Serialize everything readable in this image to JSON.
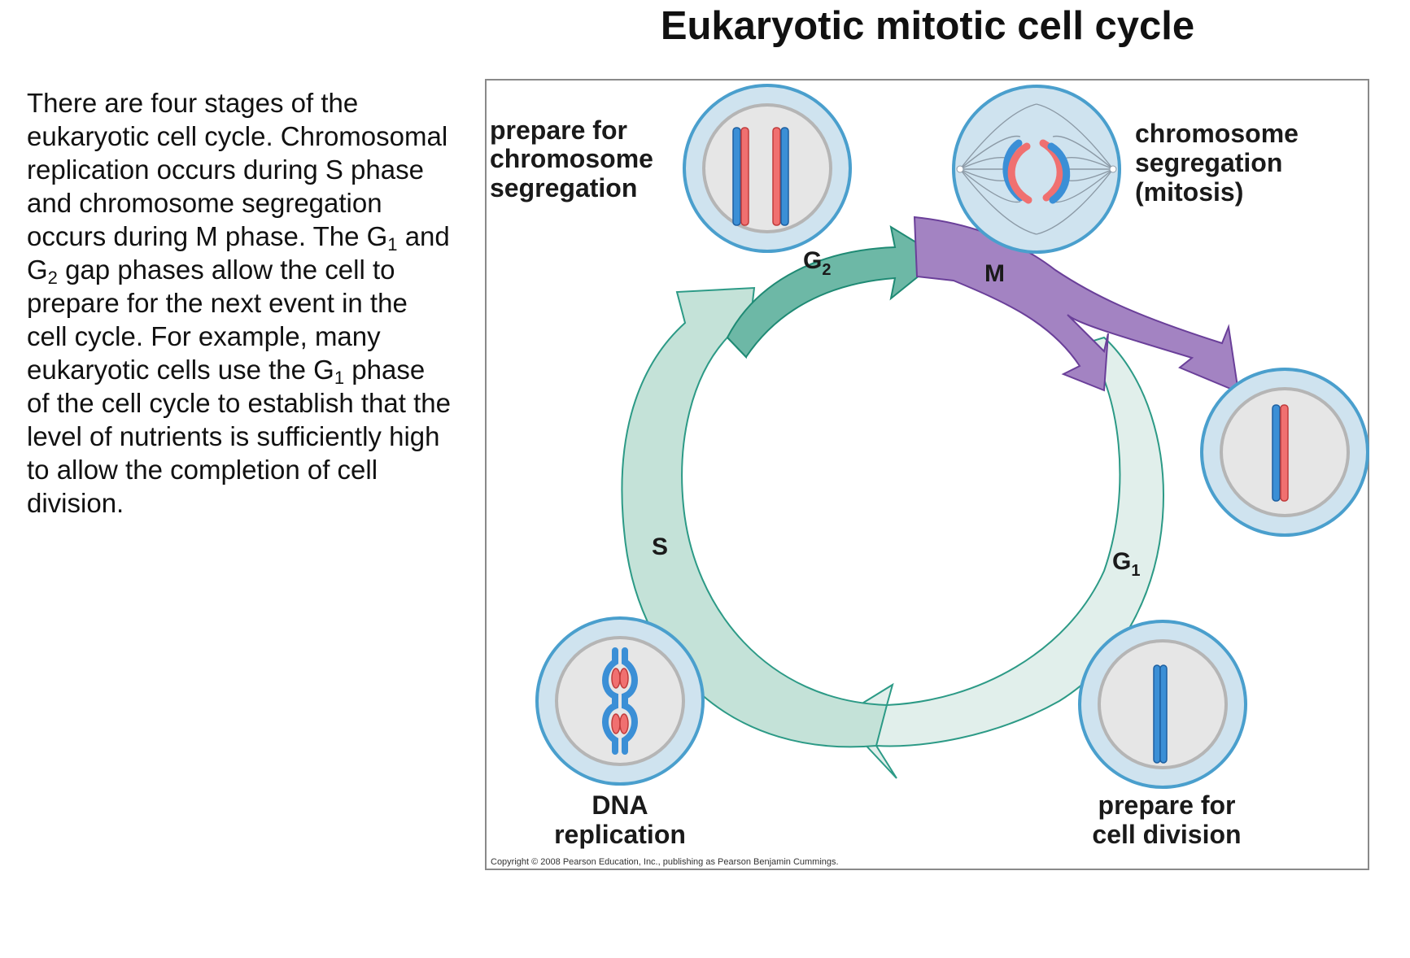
{
  "title": "Eukaryotic mitotic cell cycle",
  "body": {
    "p1": "There are four stages of the eukaryotic cell cycle. Chromosomal replication occurs during S phase and chromosome segregation occurs during M phase. The G",
    "sub1": "1",
    "p2": " and G",
    "sub2": "2",
    "p3": " gap phases allow the cell to prepare for the next event in the cell cycle. For example, many eukaryotic cells use the G",
    "sub3": "1",
    "p4": " phase of the cell cycle to establish that the level of nutrients is sufficiently high to allow the completion of cell division."
  },
  "diagram": {
    "phases": {
      "g2": {
        "letter": "G",
        "sub": "2"
      },
      "m": "M",
      "s": "S",
      "g1": {
        "letter": "G",
        "sub": "1"
      }
    },
    "labels": {
      "g2_line1": "prepare for",
      "g2_line2": "chromosome",
      "g2_line3": "segregation",
      "m_line1": "chromosome",
      "m_line2": "segregation",
      "m_line3": "(mitosis)",
      "s_line1": "DNA",
      "s_line2": "replication",
      "g1_line1": "prepare for",
      "g1_line2": "cell division"
    },
    "copyright": "Copyright © 2008 Pearson Education, Inc., publishing as Pearson Benjamin Cummings.",
    "colors": {
      "g2_arrow": "#6db8a6",
      "m_arrow": "#a383c2",
      "s_arrow": "#c4e2d8",
      "g1_arrow": "#e1efeb",
      "cell_outer": "#cfe3ef",
      "cell_border": "#4a9fcd",
      "nucleus": "#e6e6e6",
      "chromatid_red": "#f07070",
      "chromatid_blue": "#3b8fd6"
    }
  }
}
